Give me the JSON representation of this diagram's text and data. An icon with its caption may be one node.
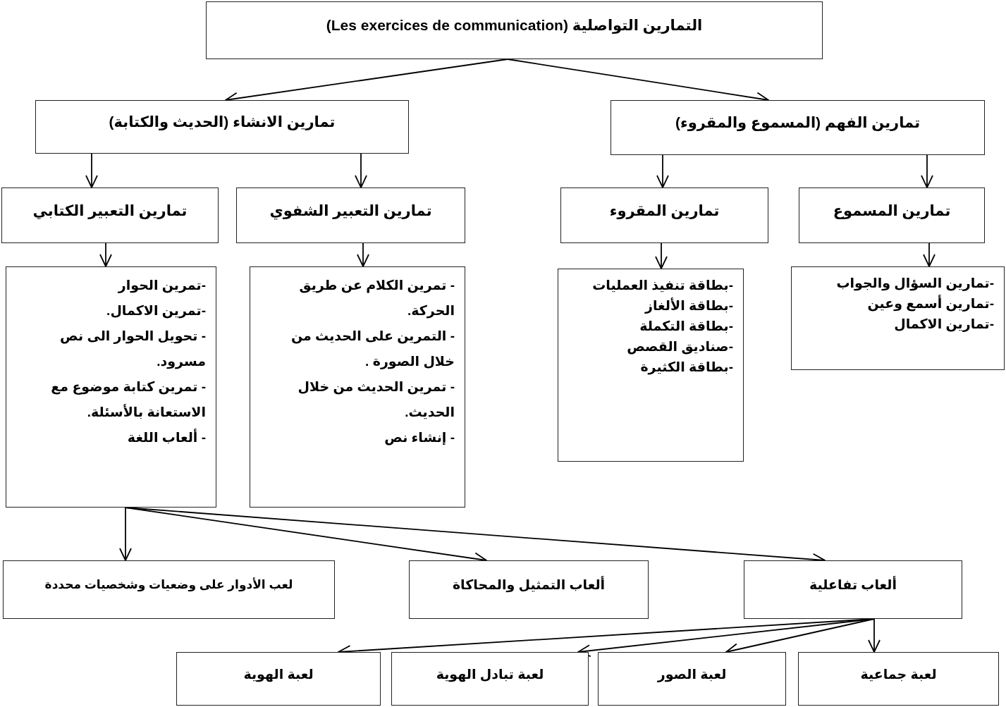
{
  "diagram": {
    "nodes": [
      {
        "text": [
          "التمارين التواصلية (Les exercices de communication)"
        ]
      },
      {
        "text": [
          "تمارين الفهم (المسموع والمقروء)"
        ]
      },
      {
        "text": [
          "تمارين الانشاء (الحديث والكتابة)"
        ]
      },
      {
        "text": [
          "تمارين المسموع"
        ]
      },
      {
        "text": [
          "تمارين المقروء"
        ]
      },
      {
        "text": [
          "تمارين التعبير الشفوي"
        ]
      },
      {
        "text": [
          "تمارين التعبير الكتابي"
        ]
      },
      {
        "text": [
          "-تمارين السؤال والجواب",
          "-تمارين أسمع وعين",
          "-تمارين الاكمال"
        ]
      },
      {
        "text": [
          "-بطاقة تنفيذ العمليات",
          "-بطاقة الألغاز",
          "-بطاقة التكملة",
          "-صناديق القصص",
          "-بطاقة الكثيرة"
        ]
      },
      {
        "text": [
          "- تمرين الكلام عن طريق الحركة.",
          "- التمرين على الحديث من خلال الصورة .",
          "- تمرين الحديث من خلال الحديث.",
          "- إنشاء نص"
        ]
      },
      {
        "text": [
          "-تمرين الحوار",
          "-تمرين الاكمال.",
          "- تحويل الحوار الى نص مسرود.",
          "- تمرين كتابة موضوع مع الاستعانة بالأسئلة.",
          "- ألعاب اللغة"
        ]
      },
      {
        "text": [
          "ألعاب تفاعلية"
        ]
      },
      {
        "text": [
          "ألعاب التمثيل والمحاكاة"
        ]
      },
      {
        "text": [
          "لعب الأدوار على وضعيات وشخصيات محددة"
        ]
      },
      {
        "text": [
          "لعبة جماعية"
        ]
      },
      {
        "text": [
          "لعبة الصور"
        ]
      },
      {
        "text": [
          "لعبة تبادل الهوية"
        ]
      },
      {
        "text": [
          "لعبة الهوية"
        ]
      }
    ],
    "edges": [
      {
        "from": 0,
        "to": 1,
        "arrow": "to"
      },
      {
        "from": 0,
        "to": 2,
        "arrow": "to"
      },
      {
        "from": 1,
        "to": 3,
        "arrow": "to"
      },
      {
        "from": 1,
        "to": 4,
        "arrow": "to"
      },
      {
        "from": 2,
        "to": 5,
        "arrow": "to"
      },
      {
        "from": 2,
        "to": 6,
        "arrow": "to"
      },
      {
        "from": 3,
        "to": 7,
        "arrow": "to"
      },
      {
        "from": 4,
        "to": 8,
        "arrow": "to"
      },
      {
        "from": 5,
        "to": 9,
        "arrow": "to"
      },
      {
        "from": 6,
        "to": 10,
        "arrow": "to"
      },
      {
        "from": 10,
        "to": 13,
        "arrow": "to"
      },
      {
        "from": 10,
        "to": 12,
        "arrow": "to"
      },
      {
        "from": 10,
        "to": 11,
        "arrow": "to"
      },
      {
        "from": 11,
        "to": 14,
        "arrow": "to"
      },
      {
        "from": 11,
        "to": 15,
        "arrow": "to"
      },
      {
        "from": 11,
        "to": 16,
        "arrow": "to"
      },
      {
        "from": 11,
        "to": 17,
        "arrow": "to"
      }
    ]
  }
}
